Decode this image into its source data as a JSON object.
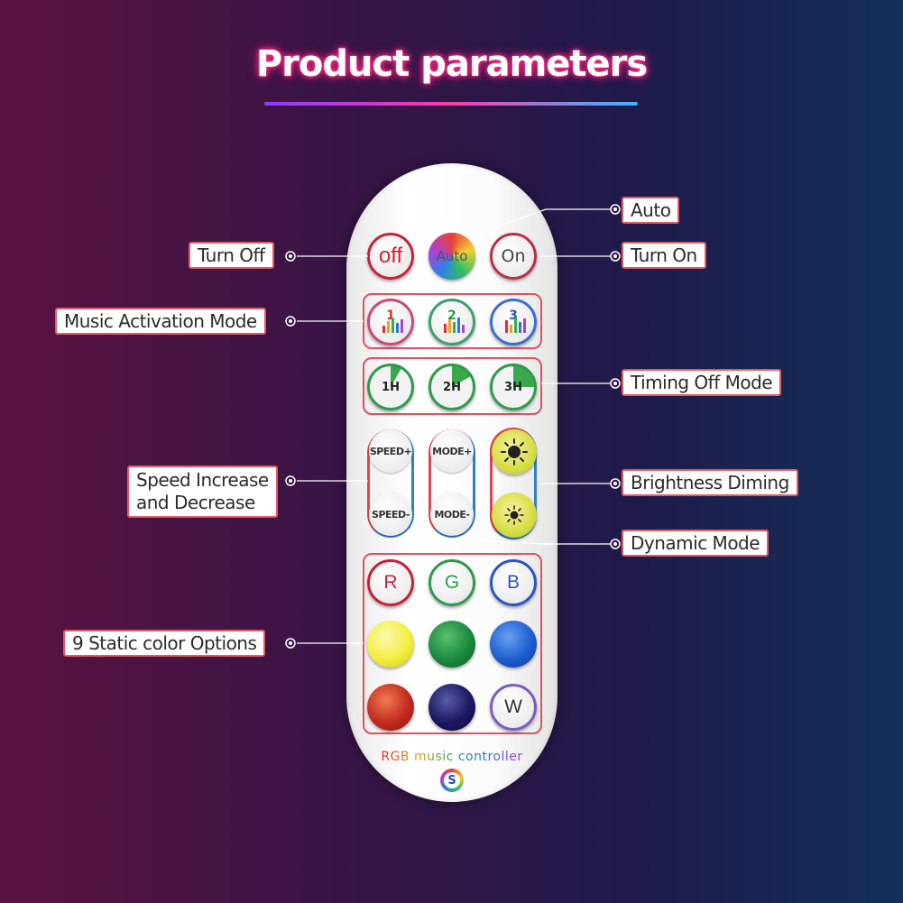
{
  "header": {
    "title": "Product parameters"
  },
  "remote": {
    "top_row": {
      "off": "off",
      "auto": "Auto",
      "on": "On"
    },
    "music_modes": [
      "1",
      "2",
      "3"
    ],
    "timers": [
      "1H",
      "2H",
      "3H"
    ],
    "speed": {
      "up": "SPEED+",
      "down": "SPEED-"
    },
    "mode": {
      "up": "MODE+",
      "down": "MODE-"
    },
    "rgb_buttons": [
      "R",
      "G",
      "B"
    ],
    "white_button": "W",
    "static_colors": [
      "#f2ef40",
      "#1a8a3e",
      "#1d5fd0",
      "#c22a1e",
      "#1c1860"
    ],
    "brand_text": "RGB music controller",
    "brand_logo": "S"
  },
  "labels": {
    "auto": "Auto",
    "turn_off": "Turn Off",
    "turn_on": "Turn On",
    "music": "Music Activation Mode",
    "timing": "Timing Off Mode",
    "speed_line1": "Speed Increase",
    "speed_line2": "and Decrease",
    "brightness": "Brightness  Diming",
    "dynamic": "Dynamic Mode",
    "static": "9  Static color Options"
  }
}
